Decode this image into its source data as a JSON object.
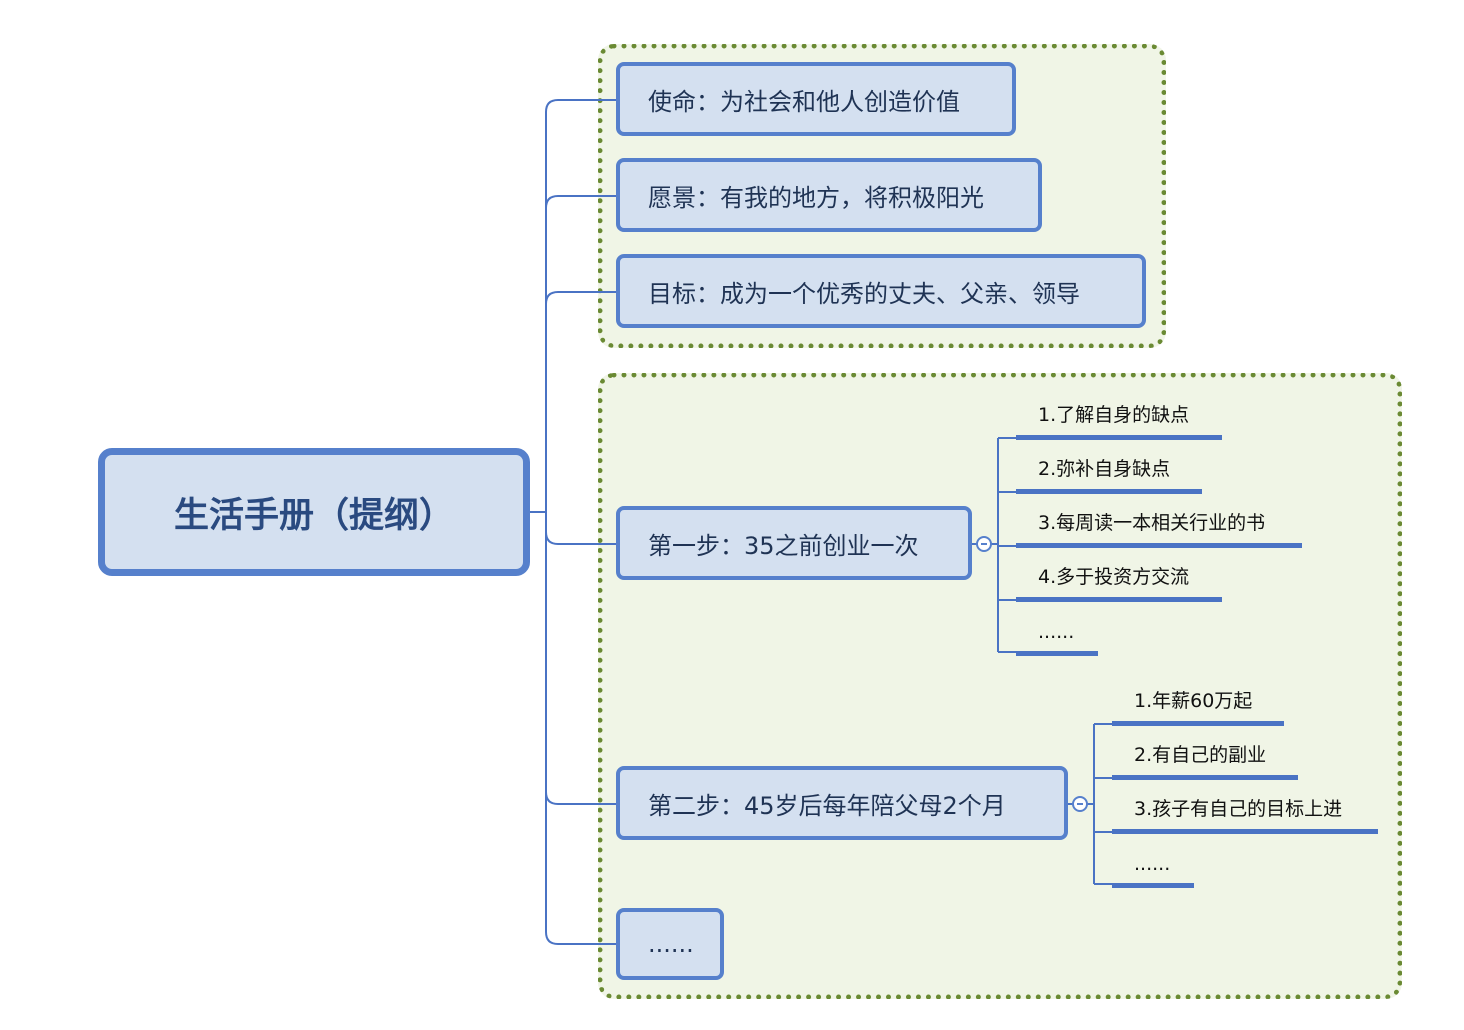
{
  "root": {
    "label": "生活手册（提纲）"
  },
  "branches": [
    {
      "label": "使命：为社会和他人创造价值"
    },
    {
      "label": "愿景：有我的地方，将积极阳光"
    },
    {
      "label": "目标：成为一个优秀的丈夫、父亲、领导"
    },
    {
      "label": "第一步：35之前创业一次",
      "children": [
        "1.了解自身的缺点",
        "2.弥补自身缺点",
        "3.每周读一本相关行业的书",
        "4.多于投资方交流",
        "......"
      ]
    },
    {
      "label": "第二步：45岁后每年陪父母2个月",
      "children": [
        "1.年薪60万起",
        "2.有自己的副业",
        "3.孩子有自己的目标上进",
        "......"
      ]
    },
    {
      "label": "......"
    }
  ],
  "colors": {
    "node_fill": "#d4e0f0",
    "node_border": "#5680cc",
    "connector": "#4a73c4",
    "group_border": "#6a8a33",
    "group_fill": "#f0f5e6"
  }
}
